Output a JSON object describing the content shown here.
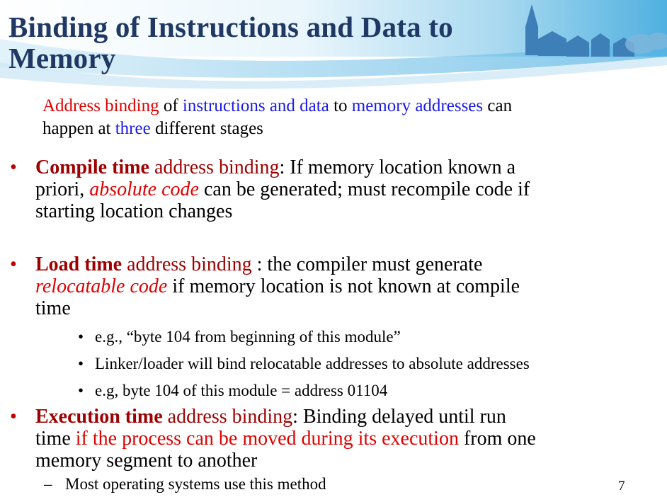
{
  "title": {
    "line1": "Binding of Instructions and Data to",
    "line2": "Memory"
  },
  "intro": {
    "p1": "Address binding",
    "p2": " of ",
    "p3": "instructions and data",
    "p4": " to ",
    "p5": "memory addresses",
    "p6": " can",
    "p7": "happen at ",
    "p8": "three",
    "p9": " different stages"
  },
  "compile": {
    "term": "Compile time",
    "ab": " address binding",
    "t1": ": If memory location known a",
    "t2": "priori, ",
    "abs": "absolute code",
    "t3": " can be generated; must recompile code if",
    "t4": "starting location changes"
  },
  "load": {
    "term": "Load time",
    "ab": " address binding",
    "t1": " :  the compiler must generate",
    "reloc": "relocatable code",
    "t2": " if memory location is not known at compile",
    "t3": "time",
    "subs": [
      "e.g., “byte 104 from beginning of this module”",
      "Linker/loader will bind relocatable addresses to absolute addresses",
      "e.g, byte 104 of this module = address 01104"
    ]
  },
  "exec": {
    "term": "Execution time",
    "ab": " address binding",
    "t1": ":  Binding delayed until run",
    "t2": "time ",
    "red": "if the process can be moved during its execution",
    "t3": " from one",
    "t4": "memory segment to another",
    "sub": "Most operating systems use this method"
  },
  "page_number": "7",
  "colors": {
    "title": "#1f3864",
    "dark_red": "#9e0000",
    "red": "#e00000",
    "blue": "#1a1ae6"
  }
}
